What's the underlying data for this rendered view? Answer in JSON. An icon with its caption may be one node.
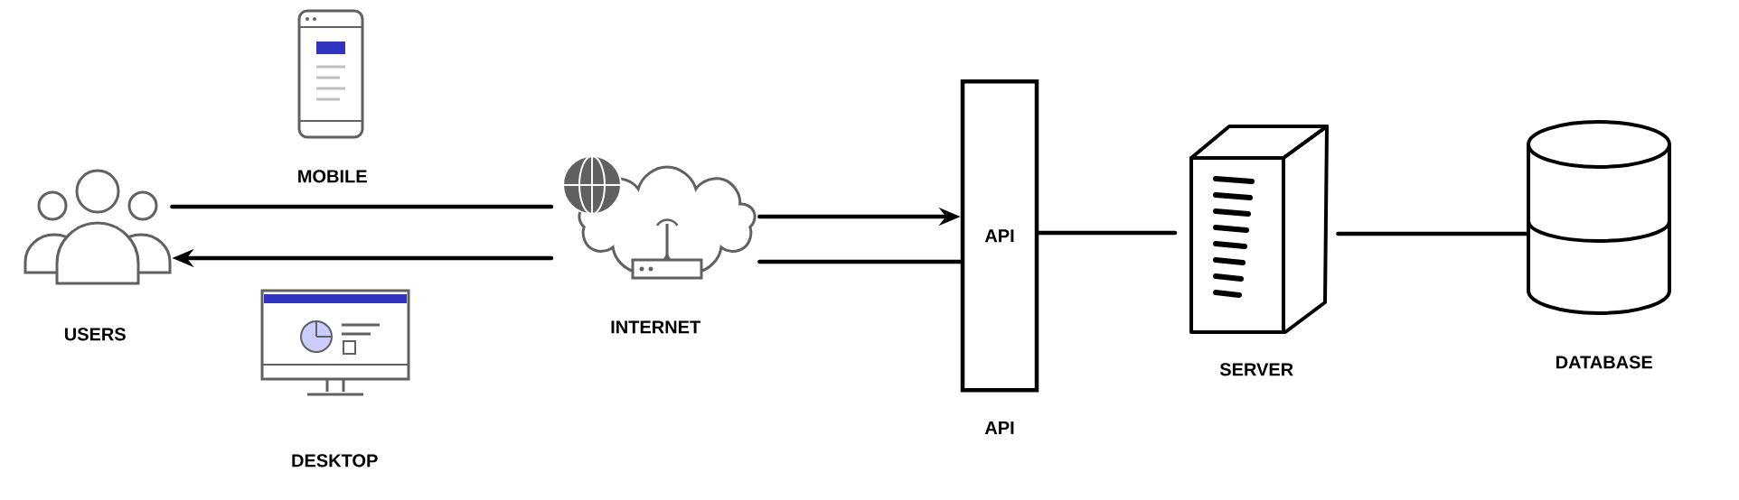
{
  "diagram": {
    "nodes": [
      {
        "text": [
          "USERS"
        ]
      },
      {
        "text": [
          "MOBILE"
        ]
      },
      {
        "text": [
          "DESKTOP"
        ]
      },
      {
        "text": [
          "INTERNET"
        ]
      },
      {
        "text": [
          "API",
          "API"
        ]
      },
      {
        "text": [
          "SERVER"
        ]
      },
      {
        "text": [
          "DATABASE"
        ]
      }
    ],
    "edges": [
      {
        "from": 0,
        "to": 3,
        "arrow": "none"
      },
      {
        "from": 3,
        "to": 0,
        "arrow": "to"
      },
      {
        "from": 3,
        "to": 4,
        "arrow": "to"
      },
      {
        "from": 3,
        "to": 4,
        "arrow": "none"
      },
      {
        "from": 4,
        "to": 5,
        "arrow": "none"
      },
      {
        "from": 5,
        "to": 6,
        "arrow": "none"
      }
    ]
  }
}
